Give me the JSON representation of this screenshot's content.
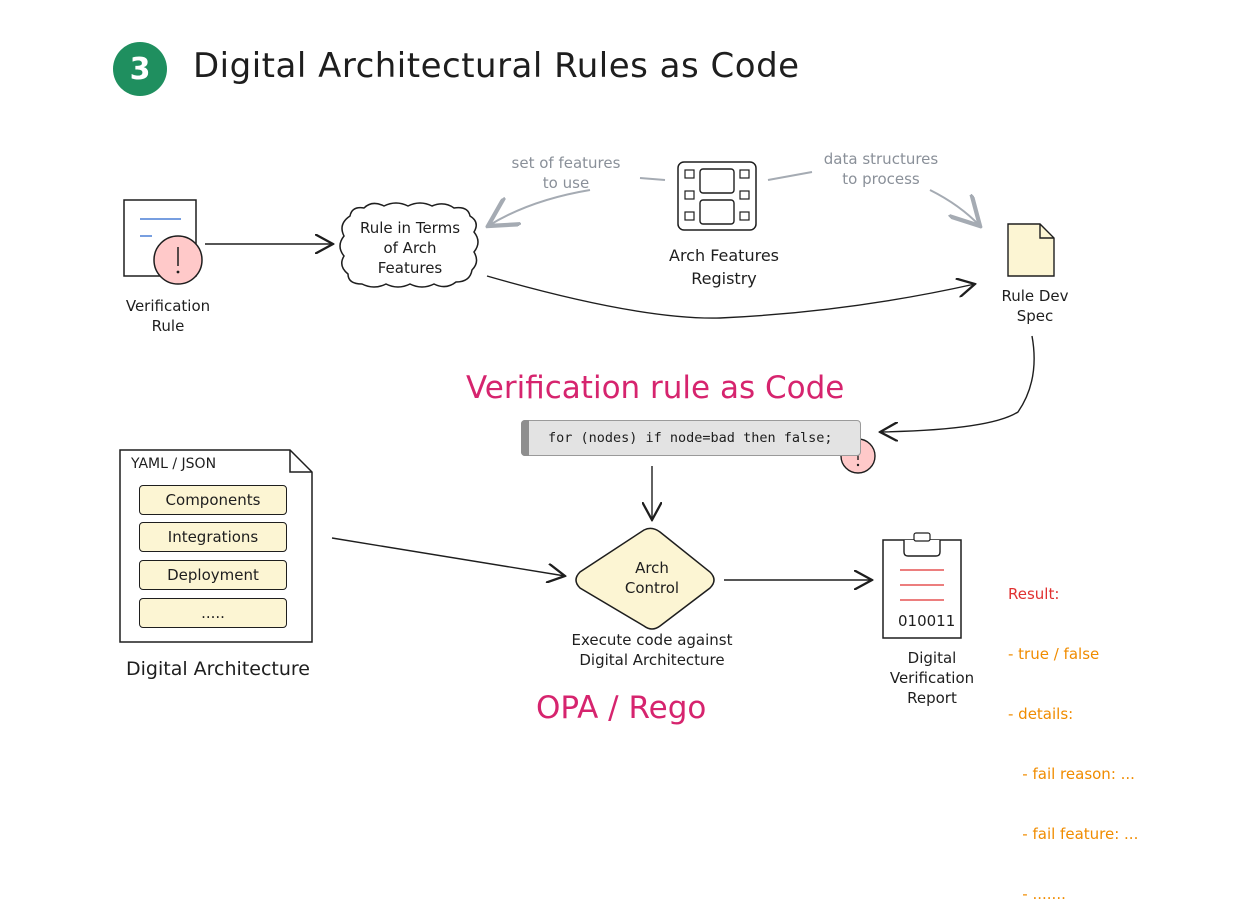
{
  "title": {
    "badge": "3",
    "text": "Digital Architectural Rules as Code"
  },
  "verification_rule": {
    "label_line1": "Verification",
    "label_line2": "Rule"
  },
  "rule_in_terms": {
    "line1": "Rule in Terms",
    "line2": "of Arch",
    "line3": "Features"
  },
  "annotations": {
    "set_of_features": [
      "set of features",
      "to use"
    ],
    "data_structures": [
      "data structures",
      "to process"
    ]
  },
  "registry": {
    "line1": "Arch Features",
    "line2": "Registry"
  },
  "rule_dev_spec": {
    "line1": "Rule Dev",
    "line2": "Spec"
  },
  "headline_code": "Verification rule as Code",
  "code_snippet": "for (nodes) if node=bad then false;",
  "digital_architecture": {
    "header": "YAML / JSON",
    "layers": [
      "Components",
      "Integrations",
      "Deployment",
      "....."
    ],
    "caption": "Digital Architecture"
  },
  "arch_control": {
    "line1": "Arch",
    "line2": "Control",
    "caption_line1": "Execute code against",
    "caption_line2": "Digital Architecture"
  },
  "opa_label": "OPA / Rego",
  "report": {
    "binary": "010011",
    "line1": "Digital",
    "line2": "Verification",
    "line3": "Report"
  },
  "result": {
    "heading": "Result:",
    "lines": [
      "- true / false",
      "- details:",
      "   - fail reason: ...",
      "   - fail feature: ...",
      "   - ......."
    ]
  },
  "colors": {
    "badge": "#1f8f5f",
    "accent_pink": "#d6246e",
    "accent_orange": "#f08c00",
    "note_fill": "#fcf5d3",
    "alert_fill": "#ffc9c9",
    "annotation_gray": "#8a9099"
  }
}
